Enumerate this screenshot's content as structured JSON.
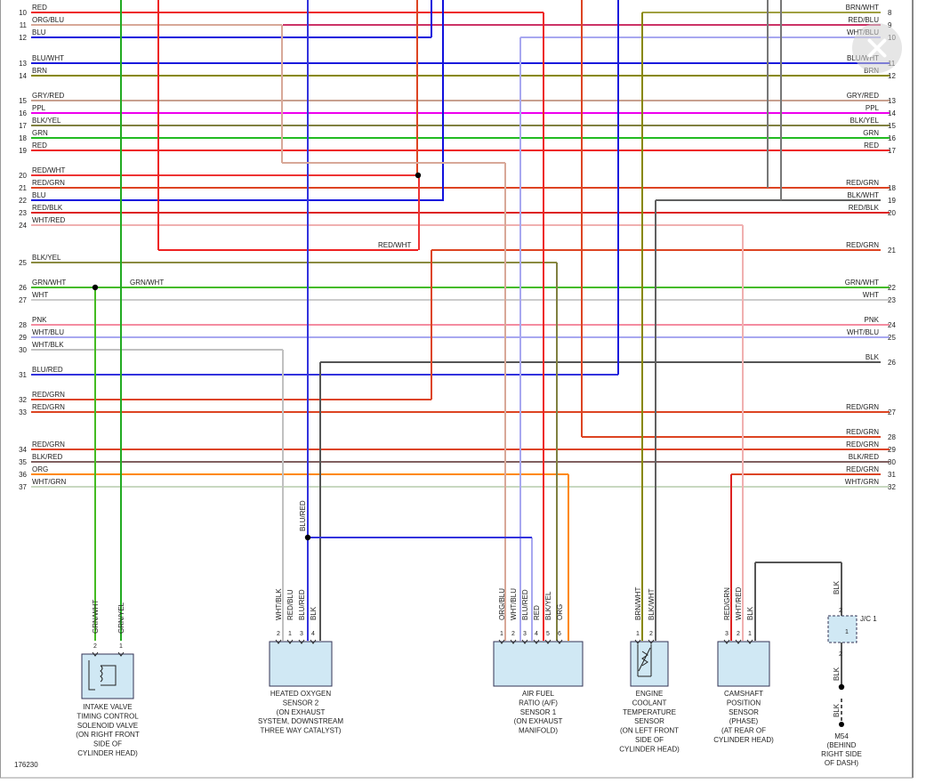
{
  "overlay": {
    "close_icon": "close-icon"
  },
  "figure_id": "176230",
  "left_pins": [
    {
      "pin": "10",
      "label": "RED",
      "color": "#ee2222"
    },
    {
      "pin": "11",
      "label": "ORG/BLU",
      "color": "#d8a898"
    },
    {
      "pin": "12",
      "label": "BLU",
      "color": "#1111dd"
    },
    {
      "pin": "13",
      "label": "BLU/WHT",
      "color": "#1a1adc"
    },
    {
      "pin": "14",
      "label": "BRN",
      "color": "#888800"
    },
    {
      "pin": "15",
      "label": "GRY/RED",
      "color": "#c8a090"
    },
    {
      "pin": "16",
      "label": "PPL",
      "color": "#ee00ee"
    },
    {
      "pin": "17",
      "label": "BLK/YEL",
      "color": "#808040"
    },
    {
      "pin": "18",
      "label": "GRN",
      "color": "#22bb22"
    },
    {
      "pin": "19",
      "label": "RED",
      "color": "#ee2222"
    },
    {
      "pin": "20",
      "label": "RED/WHT",
      "color": "#ee3333"
    },
    {
      "pin": "21",
      "label": "RED/GRN",
      "color": "#dd4422"
    },
    {
      "pin": "22",
      "label": "BLU",
      "color": "#1111dd"
    },
    {
      "pin": "23",
      "label": "RED/BLK",
      "color": "#dd2222"
    },
    {
      "pin": "24",
      "label": "WHT/RED",
      "color": "#f0b0b0"
    },
    {
      "pin": "25",
      "label": "BLK/YEL",
      "color": "#8a8a40"
    },
    {
      "pin": "26",
      "label": "GRN/WHT",
      "color": "#44bb22"
    },
    {
      "pin": "27",
      "label": "WHT",
      "color": "#cccccc"
    },
    {
      "pin": "28",
      "label": "PNK",
      "color": "#f48ca0"
    },
    {
      "pin": "29",
      "label": "WHT/BLU",
      "color": "#a8a8f0"
    },
    {
      "pin": "30",
      "label": "WHT/BLK",
      "color": "#c0c0c0"
    },
    {
      "pin": "31",
      "label": "BLU/RED",
      "color": "#3333dd"
    },
    {
      "pin": "32",
      "label": "RED/GRN",
      "color": "#dd4422"
    },
    {
      "pin": "33",
      "label": "RED/GRN",
      "color": "#dd4422"
    },
    {
      "pin": "34",
      "label": "RED/GRN",
      "color": "#dd4422"
    },
    {
      "pin": "35",
      "label": "BLK/RED",
      "color": "#806060"
    },
    {
      "pin": "36",
      "label": "ORG",
      "color": "#ff8800"
    },
    {
      "pin": "37",
      "label": "WHT/GRN",
      "color": "#c8d8c0"
    }
  ],
  "right_pins": [
    {
      "pin": "8",
      "label": "BRN/WHT",
      "color": "#a0a040"
    },
    {
      "pin": "9",
      "label": "RED/BLU",
      "color": "#cc3366"
    },
    {
      "pin": "10",
      "label": "WHT/BLU",
      "color": "#a8a8f0"
    },
    {
      "pin": "11",
      "label": "BLU/WHT",
      "color": "#1a1adc"
    },
    {
      "pin": "12",
      "label": "BRN",
      "color": "#888800"
    },
    {
      "pin": "13",
      "label": "GRY/RED",
      "color": "#c8a090"
    },
    {
      "pin": "14",
      "label": "PPL",
      "color": "#ee00ee"
    },
    {
      "pin": "15",
      "label": "BLK/YEL",
      "color": "#808040"
    },
    {
      "pin": "16",
      "label": "GRN",
      "color": "#22bb22"
    },
    {
      "pin": "17",
      "label": "RED",
      "color": "#ee2222"
    },
    {
      "pin": "18",
      "label": "RED/GRN",
      "color": "#dd4422"
    },
    {
      "pin": "19",
      "label": "BLK/WHT",
      "color": "#606060"
    },
    {
      "pin": "20",
      "label": "RED/BLK",
      "color": "#dd2222"
    },
    {
      "pin": "21",
      "label": "RED/GRN",
      "color": "#dd4422"
    },
    {
      "pin": "22",
      "label": "GRN/WHT",
      "color": "#44bb22"
    },
    {
      "pin": "23",
      "label": "WHT",
      "color": "#cccccc"
    },
    {
      "pin": "24",
      "label": "PNK",
      "color": "#f48ca0"
    },
    {
      "pin": "25",
      "label": "WHT/BLU",
      "color": "#a8a8f0"
    },
    {
      "pin": "26",
      "label": "BLK",
      "color": "#555555"
    },
    {
      "pin": "27",
      "label": "RED/GRN",
      "color": "#dd4422"
    },
    {
      "pin": "28",
      "label": "RED/GRN",
      "color": "#dd4422"
    },
    {
      "pin": "29",
      "label": "RED/GRN",
      "color": "#dd4422"
    },
    {
      "pin": "30",
      "label": "BLK/RED",
      "color": "#806060"
    },
    {
      "pin": "31",
      "label": "RED/GRN",
      "color": "#dd4422"
    },
    {
      "pin": "32",
      "label": "WHT/GRN",
      "color": "#c8d8c0"
    }
  ],
  "inline_labels": {
    "red_wht_mid": "RED/WHT",
    "grn_wht_mid": "GRN/WHT",
    "blu_red_vert": "BLU/RED"
  },
  "components": [
    {
      "id": "intake-valve-solenoid",
      "lines": [
        "INTAKE VALVE",
        "TIMING CONTROL",
        "SOLENOID VALVE",
        "(ON RIGHT FRONT",
        "SIDE OF",
        "CYLINDER HEAD)"
      ],
      "pins": [
        {
          "n": "2",
          "wire": "GRN/WHT"
        },
        {
          "n": "1",
          "wire": "GRN/YEL"
        }
      ]
    },
    {
      "id": "heated-oxygen-sensor-2",
      "lines": [
        "HEATED OXYGEN",
        "SENSOR 2",
        "(ON EXHAUST",
        "SYSTEM, DOWNSTREAM",
        "THREE WAY CATALYST)"
      ],
      "pins": [
        {
          "n": "2",
          "wire": "WHT/BLK"
        },
        {
          "n": "1",
          "wire": "RED/BLU"
        },
        {
          "n": "3",
          "wire": "BLU/RED"
        },
        {
          "n": "4",
          "wire": "BLK"
        }
      ]
    },
    {
      "id": "air-fuel-ratio-sensor-1",
      "lines": [
        "AIR FUEL",
        "RATIO (A/F)",
        "SENSOR 1",
        "(ON EXHAUST",
        "MANIFOLD)"
      ],
      "pins": [
        {
          "n": "1",
          "wire": "ORG/BLU"
        },
        {
          "n": "2",
          "wire": "WHT/BLU"
        },
        {
          "n": "3",
          "wire": "BLU/RED"
        },
        {
          "n": "4",
          "wire": "RED"
        },
        {
          "n": "5",
          "wire": "BLK/YEL"
        },
        {
          "n": "6",
          "wire": "ORG"
        }
      ]
    },
    {
      "id": "engine-coolant-temp-sensor",
      "lines": [
        "ENGINE",
        "COOLANT",
        "TEMPERATURE",
        "SENSOR",
        "(ON LEFT FRONT",
        "SIDE OF",
        "CYLINDER HEAD)"
      ],
      "pins": [
        {
          "n": "1",
          "wire": "BRN/WHT"
        },
        {
          "n": "2",
          "wire": "BLK/WHT"
        }
      ]
    },
    {
      "id": "camshaft-position-sensor",
      "lines": [
        "CAMSHAFT",
        "POSITION",
        "SENSOR",
        "(PHASE)",
        "(AT REAR OF",
        "CYLINDER HEAD)"
      ],
      "pins": [
        {
          "n": "3",
          "wire": "RED/GRN"
        },
        {
          "n": "2",
          "wire": "WHT/RED"
        },
        {
          "n": "1",
          "wire": "BLK"
        }
      ]
    },
    {
      "id": "ground-m54",
      "lines": [
        "M54",
        "(BEHIND",
        "RIGHT SIDE",
        "OF DASH)"
      ],
      "junction": "J/C 1",
      "wire": "BLK",
      "pins": [
        {
          "n": "2"
        },
        {
          "n": "1"
        },
        {
          "n": "2"
        }
      ]
    }
  ]
}
